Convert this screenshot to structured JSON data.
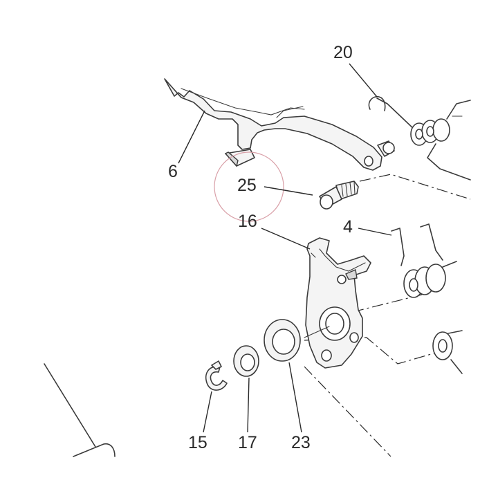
{
  "diagram": {
    "labels": {
      "part_20": "20",
      "part_6": "6",
      "part_25": "25",
      "part_16": "16",
      "part_4": "4",
      "part_15": "15",
      "part_17": "17",
      "part_23": "23"
    },
    "highlight_color": "#d9a0a8",
    "line_color": "#3a3a3a"
  }
}
